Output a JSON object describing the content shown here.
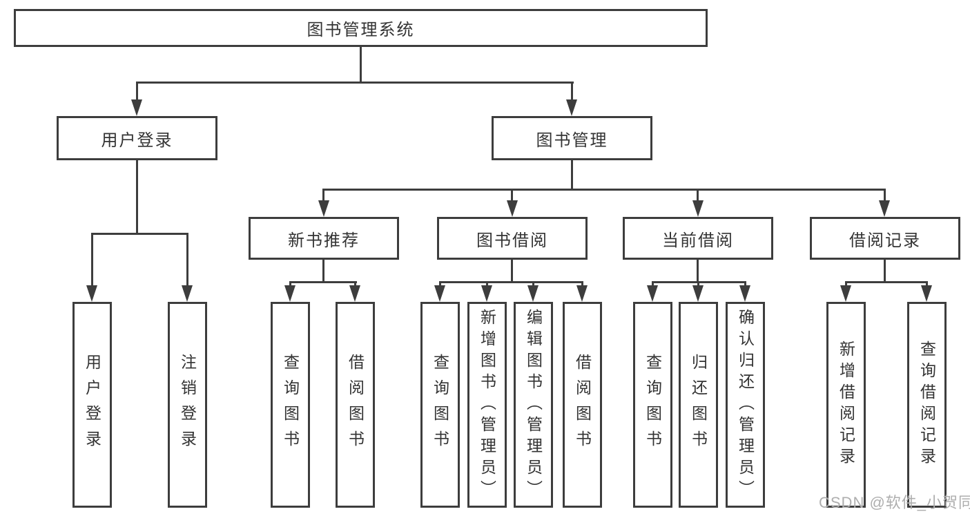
{
  "diagram_title": "图书管理系统",
  "watermark": "CSDN @软件_小贺同学",
  "colors": {
    "line": "#3d3d3d",
    "text": "#333333",
    "watermark": "#aeaeae",
    "background": "#ffffff"
  },
  "nodes": {
    "root": {
      "label": "图书管理系统"
    },
    "level2": [
      {
        "label": "用户登录"
      },
      {
        "label": "图书管理"
      }
    ],
    "level3": [
      {
        "label": "新书推荐",
        "parent": "图书管理"
      },
      {
        "label": "图书借阅",
        "parent": "图书管理"
      },
      {
        "label": "当前借阅",
        "parent": "图书管理"
      },
      {
        "label": "借阅记录",
        "parent": "图书管理"
      }
    ],
    "leaves": [
      {
        "label": "用户登录",
        "parent": "用户登录"
      },
      {
        "label": "注销登录",
        "parent": "用户登录"
      },
      {
        "label": "查询图书",
        "parent": "新书推荐"
      },
      {
        "label": "借阅图书",
        "parent": "新书推荐"
      },
      {
        "label": "查询图书",
        "parent": "图书借阅"
      },
      {
        "label": "新增图书（管理员）",
        "parent": "图书借阅"
      },
      {
        "label": "编辑图书（管理员）",
        "parent": "图书借阅"
      },
      {
        "label": "借阅图书",
        "parent": "图书借阅"
      },
      {
        "label": "查询图书",
        "parent": "当前借阅"
      },
      {
        "label": "归还图书",
        "parent": "当前借阅"
      },
      {
        "label": "确认归还（管理员）",
        "parent": "当前借阅"
      },
      {
        "label": "新增借阅记录",
        "parent": "借阅记录"
      },
      {
        "label": "查询借阅记录",
        "parent": "借阅记录"
      }
    ]
  }
}
